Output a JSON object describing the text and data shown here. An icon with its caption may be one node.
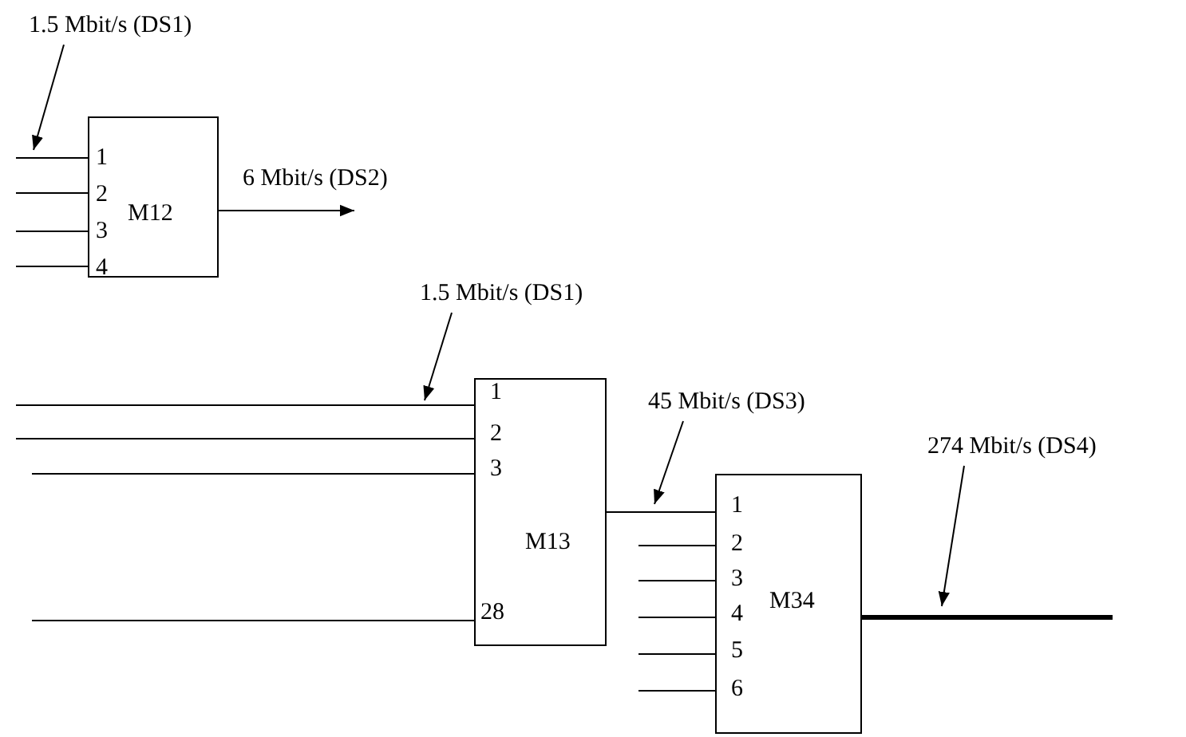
{
  "diagram": {
    "nodes": [
      {
        "text": [
          "1.5 Mbit/s (DS1)"
        ]
      },
      {
        "text": [
          "1",
          "2",
          "3",
          "4",
          "M12"
        ]
      },
      {
        "text": [
          "1.5 Mbit/s (DS1)"
        ]
      },
      {
        "text": [
          "1",
          "2",
          "3",
          "28",
          "M13"
        ]
      },
      {
        "text": [
          "45 Mbit/s (DS3)"
        ]
      },
      {
        "text": [
          "1",
          "2",
          "3",
          "4",
          "5",
          "6",
          "M34"
        ]
      },
      {
        "text": [
          "274 Mbit/s (DS4)"
        ]
      }
    ],
    "edges": [
      {
        "from": 0,
        "to": null,
        "arrow": "to"
      },
      {
        "from": null,
        "to": 1,
        "arrow": "none"
      },
      {
        "from": null,
        "to": 1,
        "arrow": "none"
      },
      {
        "from": null,
        "to": 1,
        "arrow": "none"
      },
      {
        "from": null,
        "to": 1,
        "arrow": "none"
      },
      {
        "from": 1,
        "to": null,
        "arrow": "to",
        "label": "6 Mbit/s (DS2)"
      },
      {
        "from": 2,
        "to": null,
        "arrow": "to"
      },
      {
        "from": null,
        "to": 3,
        "arrow": "none"
      },
      {
        "from": null,
        "to": 3,
        "arrow": "none"
      },
      {
        "from": null,
        "to": 3,
        "arrow": "none"
      },
      {
        "from": null,
        "to": 3,
        "arrow": "none"
      },
      {
        "from": 4,
        "to": null,
        "arrow": "to"
      },
      {
        "from": 3,
        "to": 5,
        "arrow": "none"
      },
      {
        "from": null,
        "to": 5,
        "arrow": "none"
      },
      {
        "from": null,
        "to": 5,
        "arrow": "none"
      },
      {
        "from": null,
        "to": 5,
        "arrow": "none"
      },
      {
        "from": null,
        "to": 5,
        "arrow": "none"
      },
      {
        "from": null,
        "to": 5,
        "arrow": "none"
      },
      {
        "from": 6,
        "to": null,
        "arrow": "to"
      },
      {
        "from": 5,
        "to": null,
        "arrow": "none",
        "style": "thick"
      }
    ]
  }
}
